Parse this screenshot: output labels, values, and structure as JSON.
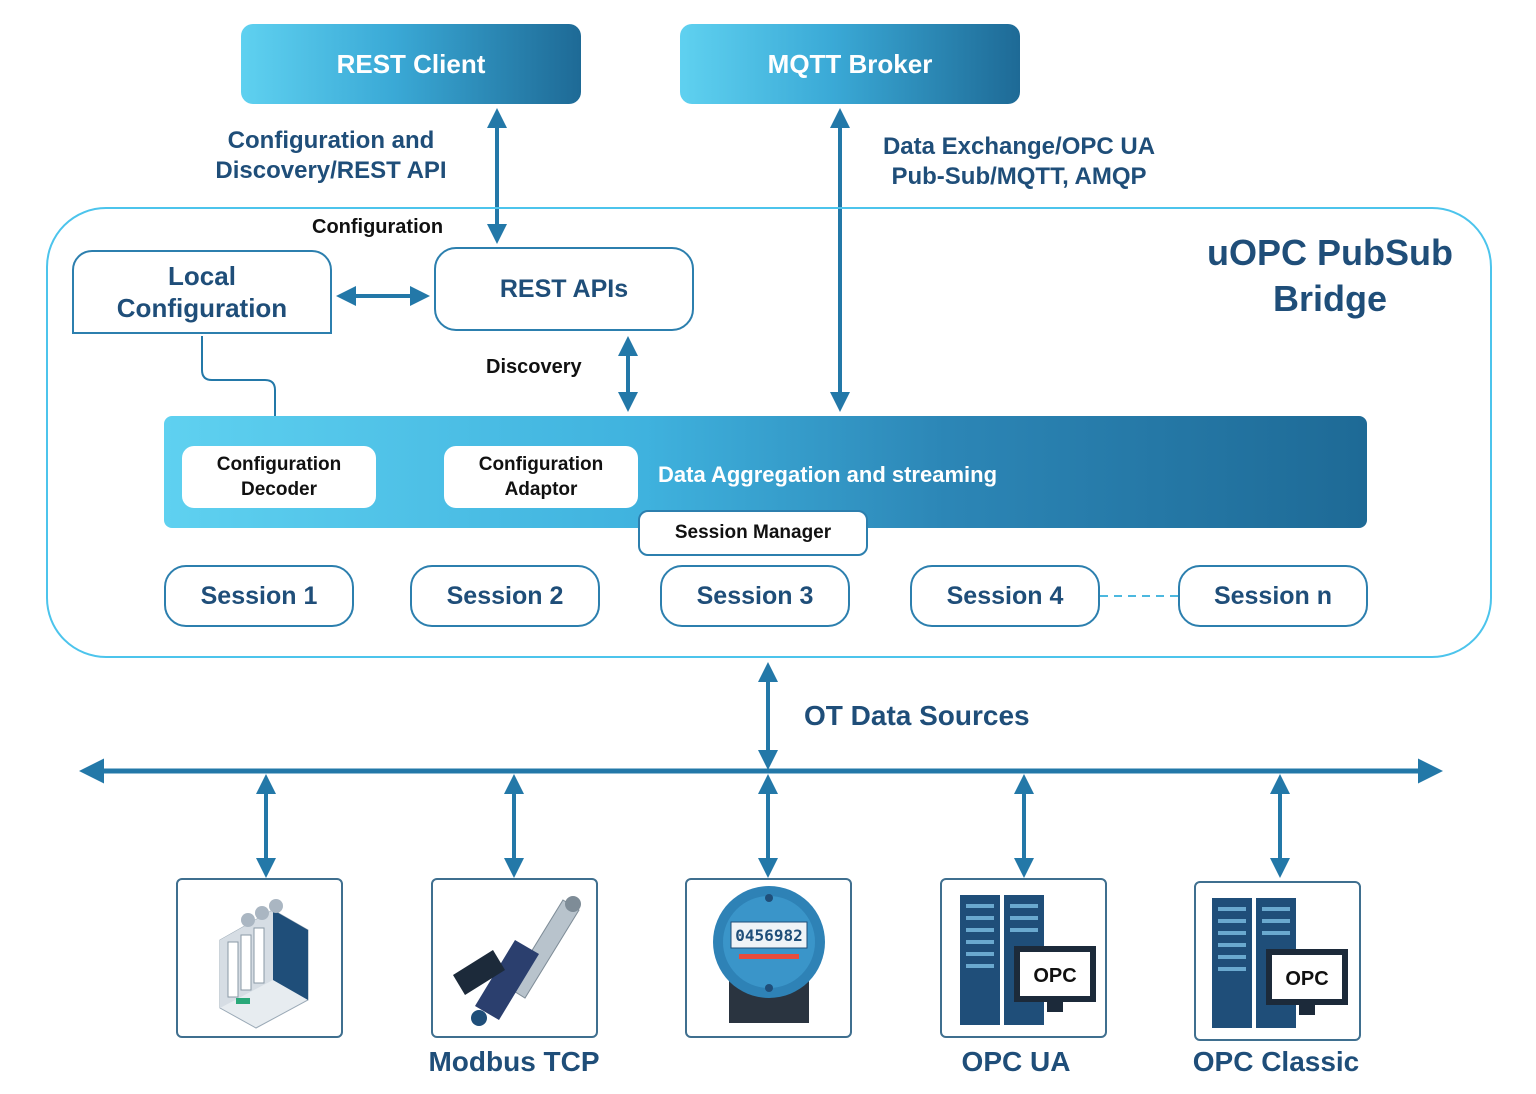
{
  "top": {
    "rest_client": "REST Client",
    "mqtt_broker": "MQTT Broker",
    "rest_label_line1": "Configuration and",
    "rest_label_line2": "Discovery/REST API",
    "mqtt_label_line1": "Data Exchange/OPC UA",
    "mqtt_label_line2": "Pub-Sub/MQTT, AMQP"
  },
  "bridge": {
    "title_line1": "uOPC PubSub",
    "title_line2": "Bridge",
    "configuration_label": "Configuration",
    "discovery_label": "Discovery",
    "local_config_line1": "Local",
    "local_config_line2": "Configuration",
    "rest_apis": "REST APIs",
    "aggregation_label": "Data Aggregation and streaming",
    "config_decoder_line1": "Configuration",
    "config_decoder_line2": "Decoder",
    "config_adaptor_line1": "Configuration",
    "config_adaptor_line2": "Adaptor",
    "session_manager": "Session Manager",
    "sessions": [
      "Session 1",
      "Session 2",
      "Session 3",
      "Session 4",
      "Session n"
    ]
  },
  "bottom": {
    "ot_label": "OT Data Sources",
    "device_labels": [
      "Modbus TCP",
      "OPC UA",
      "OPC Classic"
    ],
    "meter_reading": "0456982",
    "opc_logo_text": "OPC"
  },
  "colors": {
    "accent": "#2c7fae",
    "dark_blue": "#1f4e79",
    "light_blue": "#5fd1f0",
    "arrow_blue": "#2378a8"
  }
}
